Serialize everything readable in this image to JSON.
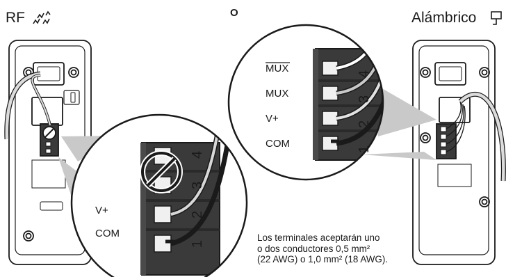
{
  "labels": {
    "rf": "RF",
    "or": "O",
    "wired": "Alámbrico"
  },
  "terminals_wired": {
    "t1": "COM",
    "t2": "V+",
    "t3": "MUX",
    "t4": "MUX",
    "n1": "1",
    "n2": "2",
    "n3": "3",
    "n4": "4"
  },
  "terminals_rf": {
    "t1": "COM",
    "t2": "V+",
    "n1": "1",
    "n2": "2",
    "n3": "3",
    "n4": "4"
  },
  "note": {
    "line1": "Los terminales aceptarán uno",
    "line2": "o dos conductores 0,5 mm² (22 AWG) o 1,0 mm² (18 AWG).",
    "line2a": "o dos conductores 0,5 mm²",
    "line3": "(22 AWG) o 1,0 mm² (18 AWG)."
  },
  "icons": [
    "rf-wave-icon",
    "wired-plug-icon",
    "prohibited-icon"
  ],
  "colors": {
    "block": "#3a3a3a",
    "line": "#1a1a1a",
    "shade": "#c9c9c9"
  }
}
